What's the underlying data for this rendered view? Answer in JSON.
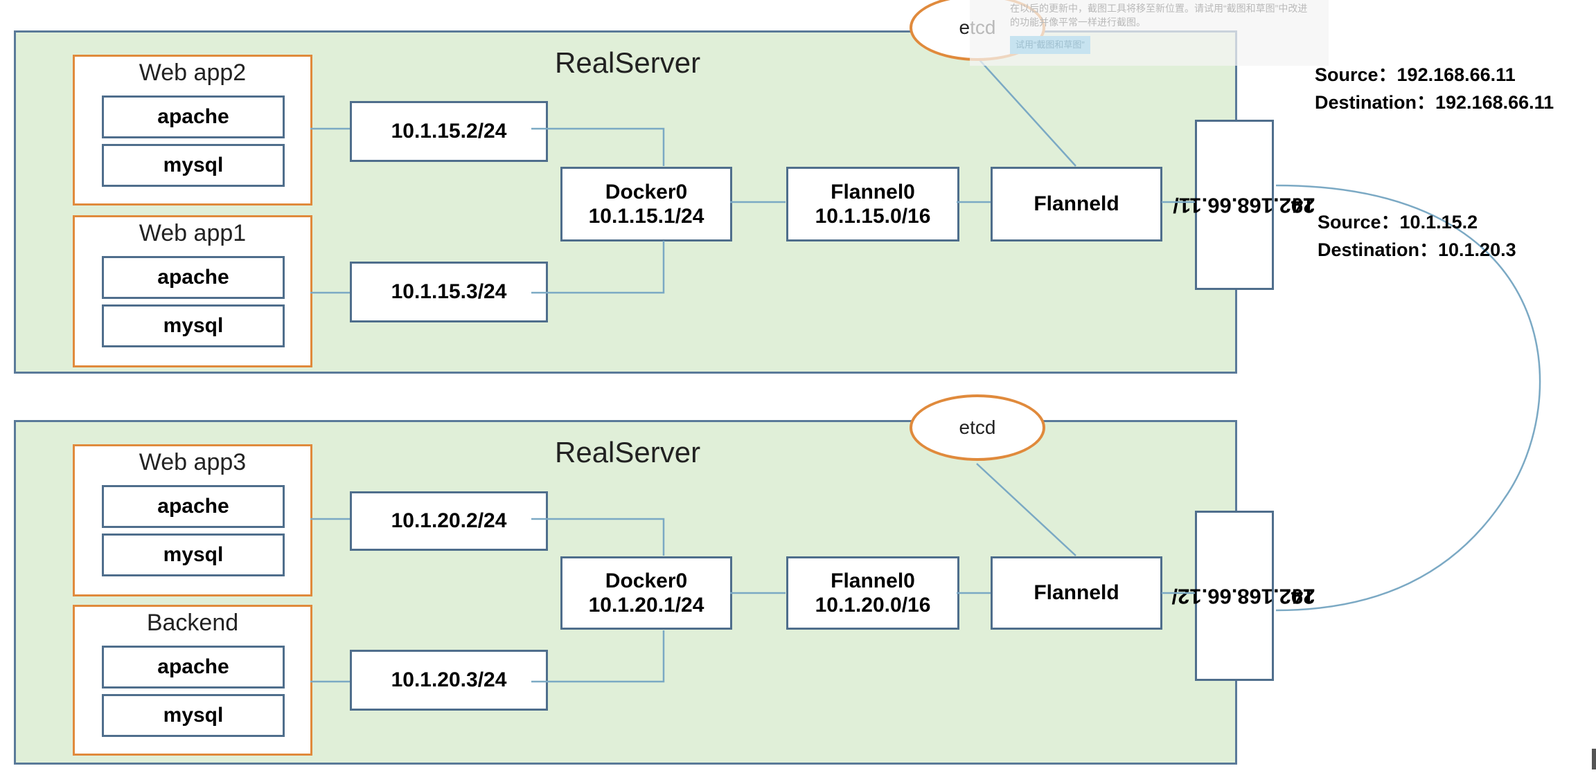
{
  "servers": [
    {
      "title": "RealServer",
      "apps": [
        {
          "title": "Web app2",
          "services": [
            "apache",
            "mysql"
          ]
        },
        {
          "title": "Web app1",
          "services": [
            "apache",
            "mysql"
          ]
        }
      ],
      "veth": [
        "10.1.15.2/24",
        "10.1.15.3/24"
      ],
      "docker0": {
        "name": "Docker0",
        "ip": "10.1.15.1/24"
      },
      "flannel0": {
        "name": "Flannel0",
        "ip": "10.1.15.0/16"
      },
      "flanneld": "Flanneld",
      "etcd": "etcd",
      "host_ip": [
        "192.168.66.11/",
        "24"
      ]
    },
    {
      "title": "RealServer",
      "apps": [
        {
          "title": "Web app3",
          "services": [
            "apache",
            "mysql"
          ]
        },
        {
          "title": "Backend",
          "services": [
            "apache",
            "mysql"
          ]
        }
      ],
      "veth": [
        "10.1.20.2/24",
        "10.1.20.3/24"
      ],
      "docker0": {
        "name": "Docker0",
        "ip": "10.1.20.1/24"
      },
      "flannel0": {
        "name": "Flannel0",
        "ip": "10.1.20.0/16"
      },
      "flanneld": "Flanneld",
      "etcd": "etcd",
      "host_ip": [
        "192.168.66.12/",
        "24"
      ]
    }
  ],
  "packets": {
    "outer": {
      "source": "Source：192.168.66.11",
      "destination": "Destination：192.168.66.11"
    },
    "inner": {
      "source": "Source：10.1.15.2",
      "destination": "Destination：10.1.20.3"
    }
  },
  "overlay_popup": {
    "text": "在以后的更新中，截图工具将移至新位置。请试用“截图和草图”中改进的功能并像平常一样进行截图。",
    "button": "试用“截图和草图”"
  },
  "colors": {
    "server_fill": "#e0efd8",
    "server_border": "#5a7a99",
    "app_border": "#e08a3c",
    "box_border": "#4f6e8c",
    "wire": "#7ba9c4"
  }
}
